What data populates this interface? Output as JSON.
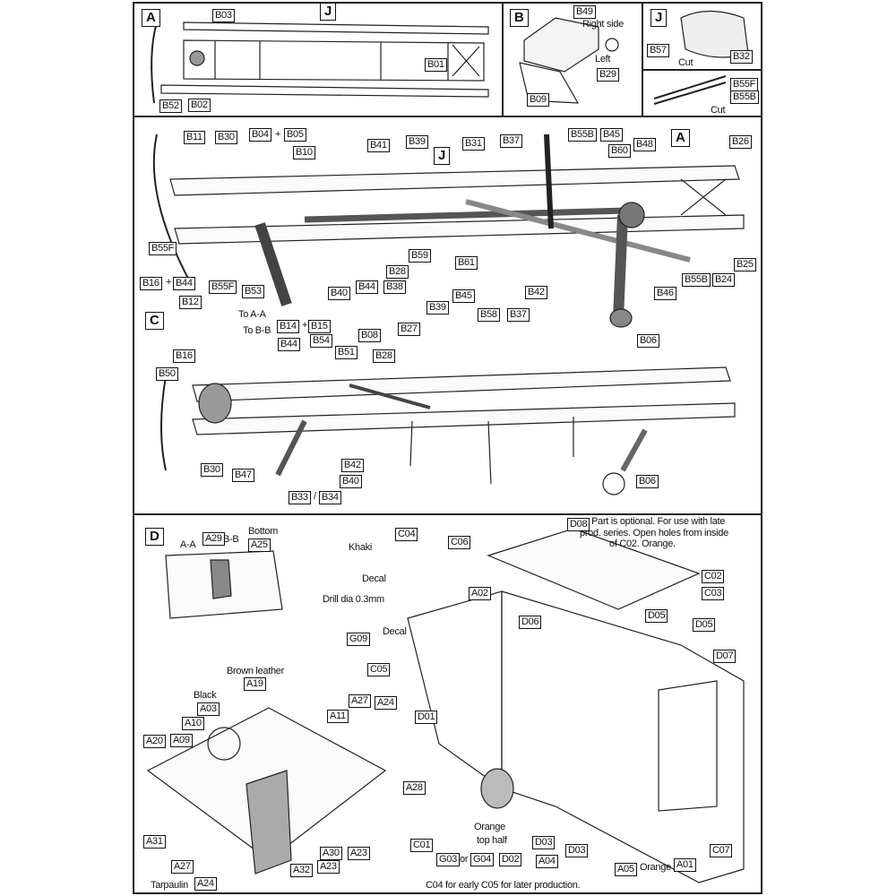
{
  "panel_a": {
    "letter": "A",
    "labels": [
      "B03",
      "J",
      "B01",
      "B52",
      "B02"
    ]
  },
  "panel_b": {
    "letter": "B",
    "labels": [
      "B49",
      "Right side",
      "Left",
      "B29",
      "B09"
    ]
  },
  "panel_j": {
    "letter": "J",
    "labels": [
      "B57",
      "Cut",
      "B32",
      "B55F",
      "B55B",
      "Cut"
    ]
  },
  "overview": {
    "labels": [
      "B11",
      "B30",
      "B04",
      "+",
      "B05",
      "B10",
      "B41",
      "B39",
      "J",
      "B31",
      "B37",
      "B55B",
      "B45",
      "B60",
      "B48",
      "A",
      "B26",
      "B55F",
      "B16",
      "+",
      "B44",
      "B55F",
      "B12",
      "B53",
      "B40",
      "B44",
      "B38",
      "B28",
      "B59",
      "B61",
      "B45",
      "B39",
      "B58",
      "B37",
      "B42",
      "B46",
      "B55B",
      "B24",
      "B25"
    ]
  },
  "panel_c": {
    "letter": "C",
    "labels": [
      "To A-A",
      "To B-B",
      "B14",
      "+",
      "B15",
      "B44",
      "B54",
      "B08",
      "B27",
      "B51",
      "B28",
      "B16",
      "B50",
      "B06",
      "B30",
      "B47",
      "B42",
      "B40",
      "B33",
      "/",
      "B34",
      "B06"
    ]
  },
  "panel_d": {
    "letter": "D",
    "labels": [
      "Bottom",
      "A-A",
      "A29",
      "B-B",
      "A25",
      "C04",
      "Khaki",
      "C06",
      "D08",
      "Part is optional. For use with late",
      "prod. series. Open holes from inside",
      "of C02. Orange.",
      "Decal",
      "Drill dia 0.3mm",
      "A02",
      "G09",
      "Decal",
      "D06",
      "C02",
      "C03",
      "D05",
      "D05",
      "D07",
      "C05",
      "D01",
      "Brown leather",
      "A19",
      "Black",
      "A03",
      "A10",
      "A09",
      "A20",
      "A27",
      "A24",
      "A11",
      "A28",
      "A31",
      "A30",
      "A23",
      "A32",
      "A23",
      "A27",
      "Tarpaulin",
      "A24",
      "C01",
      "Orange",
      "top half",
      "G03",
      "or",
      "G04",
      "D02",
      "D03",
      "A04",
      "D03",
      "A05",
      "Orange",
      "A01",
      "C07",
      "C04 for early C05 for later production."
    ]
  }
}
